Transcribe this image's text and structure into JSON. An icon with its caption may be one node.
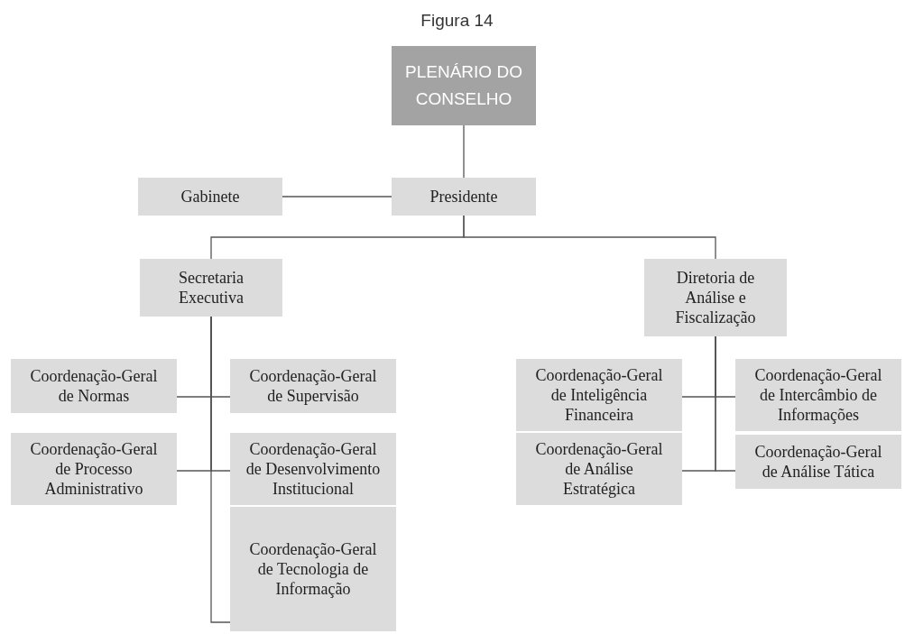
{
  "diagram": {
    "title": "Figura 14",
    "nodes": [
      {
        "text": [
          "PLENÁRIO DO CONSELHO"
        ]
      },
      {
        "text": [
          "Gabinete"
        ]
      },
      {
        "text": [
          "Presidente"
        ]
      },
      {
        "text": [
          "Secretaria Executiva"
        ]
      },
      {
        "text": [
          "Diretoria de Análise e Fiscalização"
        ]
      },
      {
        "text": [
          "Coordenação-Geral de Normas"
        ]
      },
      {
        "text": [
          "Coordenação-Geral de Supervisão"
        ]
      },
      {
        "text": [
          "Coordenação-Geral de Inteligência Financeira"
        ]
      },
      {
        "text": [
          "Coordenação-Geral de Intercâmbio de Informações"
        ]
      },
      {
        "text": [
          "Coordenação-Geral de Processo Administrativo"
        ]
      },
      {
        "text": [
          "Coordenação-Geral de Desenvolvimento Institucional"
        ]
      },
      {
        "text": [
          "Coordenação-Geral de Análise Estratégica"
        ]
      },
      {
        "text": [
          "Coordenação-Geral de Análise Tática"
        ]
      },
      {
        "text": [
          "Coordenação-Geral de Tecnologia de Informação"
        ]
      }
    ],
    "edges": [
      {
        "from": 0,
        "to": 2,
        "arrow": "none"
      },
      {
        "from": 2,
        "to": 1,
        "arrow": "none"
      },
      {
        "from": 2,
        "to": 3,
        "arrow": "none"
      },
      {
        "from": 2,
        "to": 4,
        "arrow": "none"
      },
      {
        "from": 3,
        "to": 5,
        "arrow": "none"
      },
      {
        "from": 3,
        "to": 6,
        "arrow": "none"
      },
      {
        "from": 3,
        "to": 9,
        "arrow": "none"
      },
      {
        "from": 3,
        "to": 10,
        "arrow": "none"
      },
      {
        "from": 3,
        "to": 13,
        "arrow": "none"
      },
      {
        "from": 4,
        "to": 7,
        "arrow": "none"
      },
      {
        "from": 4,
        "to": 8,
        "arrow": "none"
      },
      {
        "from": 4,
        "to": 11,
        "arrow": "none"
      },
      {
        "from": 4,
        "to": 12,
        "arrow": "none"
      }
    ]
  }
}
